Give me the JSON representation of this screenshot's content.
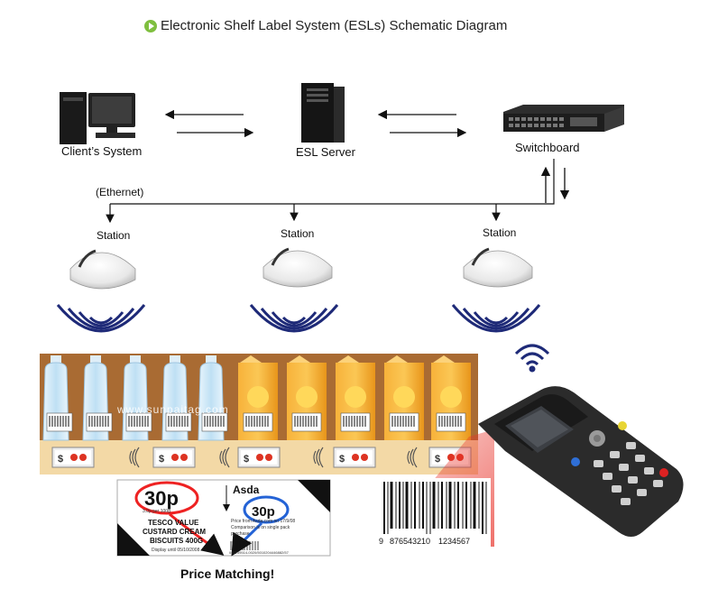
{
  "title": "Electronic Shelf Label System (ESLs) Schematic Diagram",
  "nodes": {
    "client": "Client’s System",
    "server": "ESL Server",
    "switchboard": "Switchboard",
    "ethernet": "(Ethernet)",
    "stations": [
      "Station",
      "Station",
      "Station"
    ]
  },
  "shelf_label_tag": "$",
  "watermark": "www.sunpaitag.com",
  "price_label": {
    "big_price": "30p",
    "small_price": "30p",
    "unit": "3.0p per 100g",
    "store": "Asda",
    "product_lines": [
      "TESCO VALUE",
      "CUSTARD CREAM",
      "BISCUITS 400G"
    ],
    "display_until": "Display until 05/10/2008",
    "compare_text": "Price from Asda.com on 17/9/08",
    "compare_text2": "Comparison is on single pack",
    "compare_text3": "purchase",
    "barcode_digits": "057159514-0020/5010204446882/57"
  },
  "caption": "Price Matching!",
  "barcode_number": {
    "left": "9",
    "mid": "876543210",
    "right": "1234567"
  },
  "colors": {
    "shelf_bg": "#a96b33",
    "shelf_lower": "#f3d9a6",
    "orange_box": "#f5a623",
    "water": "#cfe8f7",
    "arrow": "#111111",
    "wave": "#1e2a78",
    "red_laser": "#e8332a"
  }
}
